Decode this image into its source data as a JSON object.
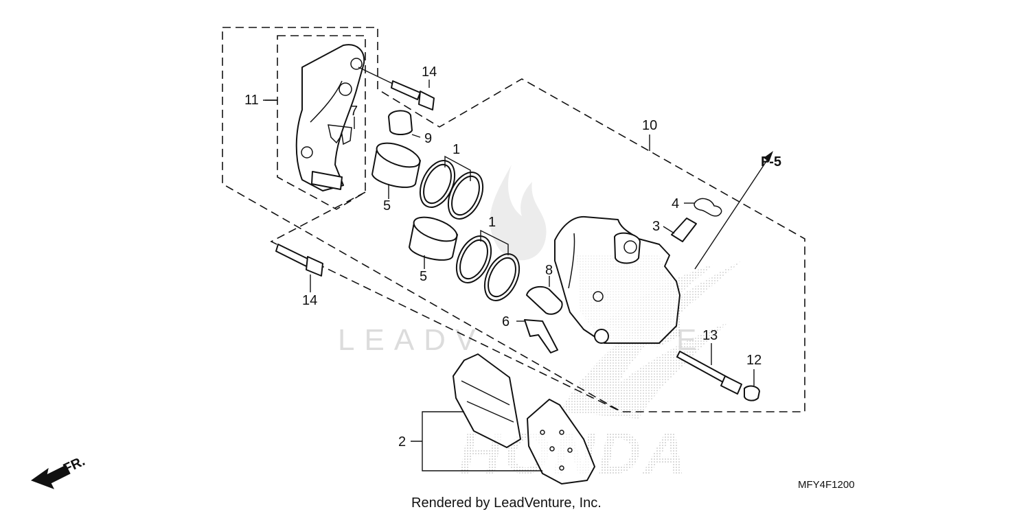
{
  "callouts": {
    "c1a": "1",
    "c1b": "1",
    "c2": "2",
    "c3": "3",
    "c4": "4",
    "c5a": "5",
    "c5b": "5",
    "c6": "6",
    "c7": "7",
    "c8": "8",
    "c9": "9",
    "c10": "10",
    "c11": "11",
    "c12": "12",
    "c13": "13",
    "c14a": "14",
    "c14b": "14"
  },
  "ref_label": "F-5",
  "direction_label": "FR.",
  "diagram_code": "MFY4F1200",
  "render_credit": "Rendered by LeadVenture, Inc.",
  "watermark": {
    "text_left": "LEADV",
    "text_right": "E",
    "brand": "HONDA"
  }
}
